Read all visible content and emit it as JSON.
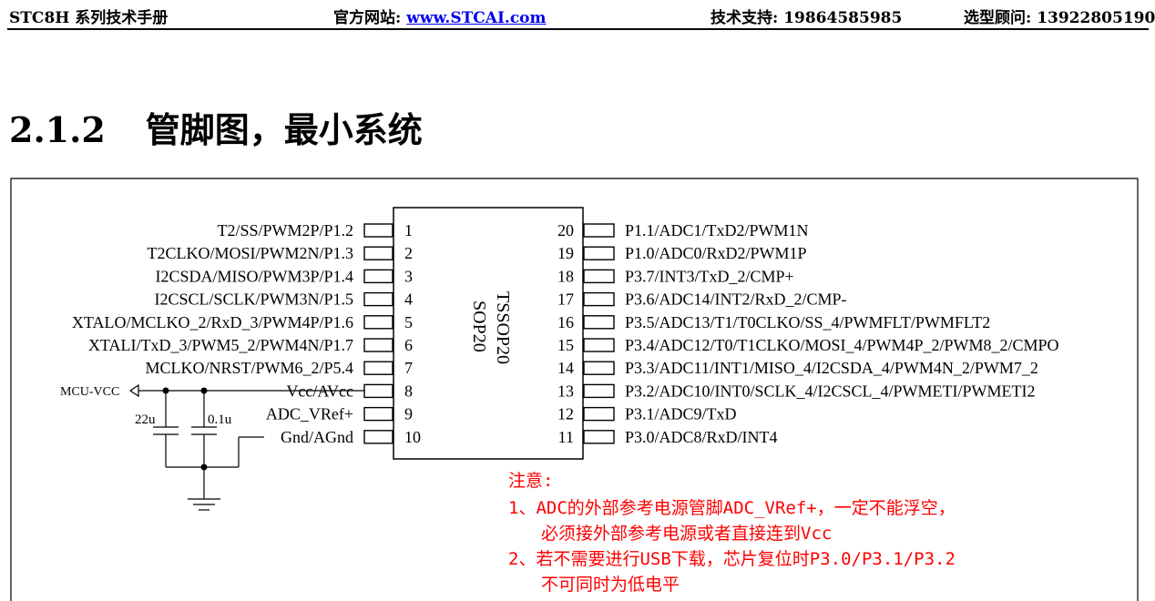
{
  "header": {
    "title": "STC8H 系列技术手册",
    "website_label": "官方网站: ",
    "website_link": "www.STCAI.com",
    "support": "技术支持: 19864585985",
    "consult": "选型顾问: 13922805190"
  },
  "section": {
    "number": "2.1.2",
    "title": "管脚图，最小系统"
  },
  "diagram": {
    "package_lines": [
      "TSSOP20",
      "SOP20"
    ],
    "left_pins": [
      {
        "num": "1",
        "label": "T2/SS/PWM2P/P1.2"
      },
      {
        "num": "2",
        "label": "T2CLKO/MOSI/PWM2N/P1.3"
      },
      {
        "num": "3",
        "label": "I2CSDA/MISO/PWM3P/P1.4"
      },
      {
        "num": "4",
        "label": "I2CSCL/SCLK/PWM3N/P1.5"
      },
      {
        "num": "5",
        "label": "XTALO/MCLKO_2/RxD_3/PWM4P/P1.6"
      },
      {
        "num": "6",
        "label": "XTALI/TxD_3/PWM5_2/PWM4N/P1.7"
      },
      {
        "num": "7",
        "label": "MCLKO/NRST/PWM6_2/P5.4"
      },
      {
        "num": "8",
        "label": "Vcc/AVcc"
      },
      {
        "num": "9",
        "label": "ADC_VRef+"
      },
      {
        "num": "10",
        "label": "Gnd/AGnd"
      }
    ],
    "right_pins": [
      {
        "num": "20",
        "label": "P1.1/ADC1/TxD2/PWM1N"
      },
      {
        "num": "19",
        "label": "P1.0/ADC0/RxD2/PWM1P"
      },
      {
        "num": "18",
        "label": "P3.7/INT3/TxD_2/CMP+"
      },
      {
        "num": "17",
        "label": "P3.6/ADC14/INT2/RxD_2/CMP-"
      },
      {
        "num": "16",
        "label": "P3.5/ADC13/T1/T0CLKO/SS_4/PWMFLT/PWMFLT2"
      },
      {
        "num": "15",
        "label": "P3.4/ADC12/T0/T1CLKO/MOSI_4/PWM4P_2/PWM8_2/CMPO"
      },
      {
        "num": "14",
        "label": "P3.3/ADC11/INT1/MISO_4/I2CSDA_4/PWM4N_2/PWM7_2"
      },
      {
        "num": "13",
        "label": "P3.2/ADC10/INT0/SCLK_4/I2CSCL_4/PWMETI/PWMETI2"
      },
      {
        "num": "12",
        "label": "P3.1/ADC9/TxD"
      },
      {
        "num": "11",
        "label": "P3.0/ADC8/RxD/INT4"
      }
    ],
    "mcu_vcc": "MCU-VCC",
    "cap1": "22u",
    "cap2": "0.1u",
    "note_color": "#ff0000",
    "notes": [
      "注意:",
      "1、ADC的外部参考电源管脚ADC_VRef+，一定不能浮空，",
      "必须接外部参考电源或者直接连到Vcc",
      "2、若不需要进行USB下载，芯片复位时P3.0/P3.1/P3.2",
      "不可同时为低电平"
    ]
  }
}
